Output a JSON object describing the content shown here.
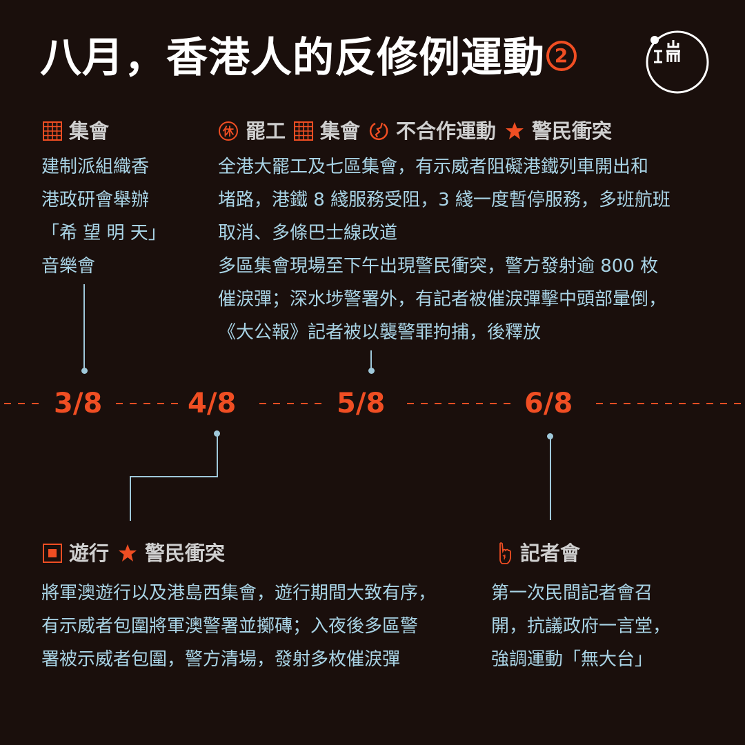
{
  "header": {
    "title": "八月，香港人的反修例運動",
    "part_number": "②",
    "logo": "initium-logo-icon"
  },
  "colors": {
    "background": "#1a0f0c",
    "accent": "#f04e23",
    "heading_text": "#cfcfcf",
    "body_text": "#a9d4e6",
    "connector": "#9fc8da"
  },
  "timeline": {
    "dates": [
      "3/8",
      "4/8",
      "5/8",
      "6/8"
    ]
  },
  "events": [
    {
      "date": "3/8",
      "position": "above",
      "tags": [
        {
          "icon": "grid-assembly-icon",
          "label": "集會"
        }
      ],
      "lines": [
        "建制派組織香",
        "港政研會舉辦",
        "「希 望 明 天」",
        "音樂會"
      ]
    },
    {
      "date": "5/8",
      "position": "above",
      "tags": [
        {
          "icon": "strike-rest-icon",
          "label": "罷工"
        },
        {
          "icon": "grid-assembly-icon",
          "label": "集會"
        },
        {
          "icon": "non-cooperation-icon",
          "label": "不合作運動"
        },
        {
          "icon": "star-icon",
          "label": "警民衝突"
        }
      ],
      "lines": [
        "全港大罷工及七區集會，有示威者阻礙港鐵列車開出和",
        "堵路，港鐵 8 綫服務受阻，3 綫一度暫停服務，多班航班",
        "取消、多條巴士線改道",
        "多區集會現場至下午出現警民衝突，警方發射逾 800 枚",
        "催淚彈；深水埗警署外，有記者被催淚彈擊中頭部暈倒，",
        "《大公報》記者被以襲警罪拘捕，後釋放"
      ]
    },
    {
      "date": "4/8",
      "position": "below",
      "tags": [
        {
          "icon": "march-square-icon",
          "label": "遊行"
        },
        {
          "icon": "star-icon",
          "label": "警民衝突"
        }
      ],
      "lines": [
        "將軍澳遊行以及港島西集會，遊行期間大致有序，",
        "有示威者包圍將軍澳警署並擲磚；入夜後多區警",
        "署被示威者包圍，警方清場，發射多枚催淚彈"
      ]
    },
    {
      "date": "6/8",
      "position": "below",
      "tags": [
        {
          "icon": "pointing-hand-icon",
          "label": "記者會"
        }
      ],
      "lines": [
        "第一次民間記者會召",
        "開，抗議政府一言堂，",
        "強調運動「無大台」"
      ]
    }
  ]
}
